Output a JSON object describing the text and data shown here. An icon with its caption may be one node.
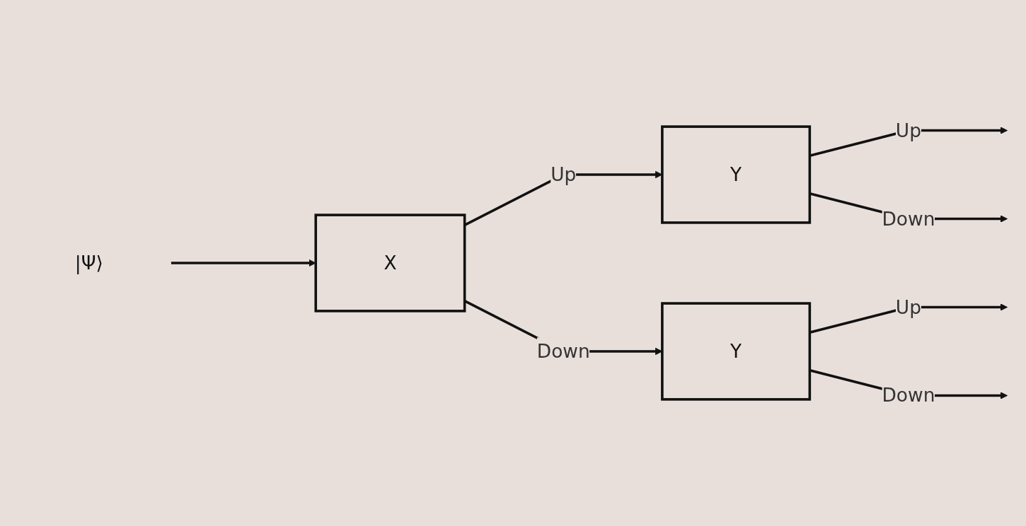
{
  "diagram": {
    "nodes": [
      {
        "text": [
          "|Ψ⟩"
        ]
      },
      {
        "text": [
          "X"
        ]
      },
      {
        "text": [
          "Y"
        ]
      },
      {
        "text": [
          "Y"
        ]
      }
    ],
    "edges": [
      {
        "from": 0,
        "to": 1,
        "arrow": "to"
      },
      {
        "from": 1,
        "to": 2,
        "label": "Up",
        "arrow": "to"
      },
      {
        "from": 1,
        "to": 3,
        "label": "Down",
        "arrow": "to"
      },
      {
        "from": 2,
        "to": null,
        "label": "Up",
        "arrow": "to"
      },
      {
        "from": 2,
        "to": null,
        "label": "Down",
        "arrow": "to"
      },
      {
        "from": 3,
        "to": null,
        "label": "Up",
        "arrow": "to"
      },
      {
        "from": 3,
        "to": null,
        "label": "Down",
        "arrow": "to"
      }
    ]
  }
}
